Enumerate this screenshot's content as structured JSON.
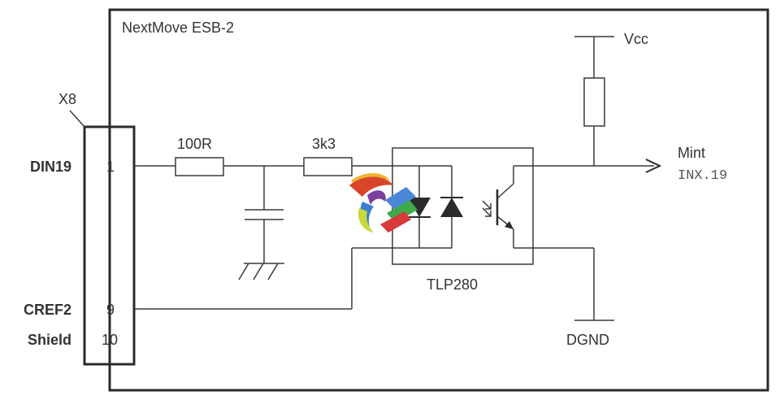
{
  "board": {
    "title": "NextMove ESB-2"
  },
  "connector": {
    "name": "X8",
    "pins": [
      {
        "signal": "DIN19",
        "number": "1"
      },
      {
        "signal": "CREF2",
        "number": "9"
      },
      {
        "signal": "Shield",
        "number": "10"
      }
    ]
  },
  "components": {
    "r1": "100R",
    "r2": "3k3",
    "optocoupler": "TLP280"
  },
  "nets": {
    "vcc": "Vcc",
    "dgnd": "DGND",
    "output": "Mint",
    "output_keyword": "INX.19"
  },
  "colors": {
    "line": "#3a3a3a",
    "text": "#333333"
  }
}
